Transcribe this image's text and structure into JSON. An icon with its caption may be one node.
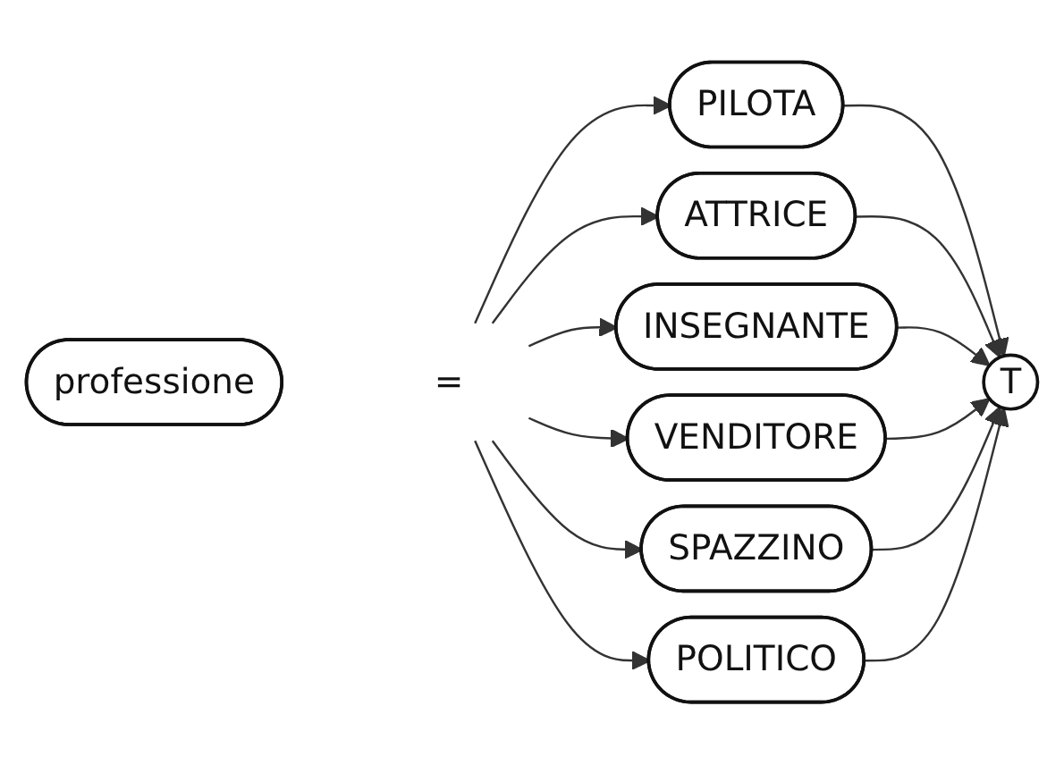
{
  "diagram": {
    "nodes": [
      {
        "text": [
          "professione"
        ]
      },
      {
        "text": [
          "="
        ]
      },
      {
        "text": [
          "PILOTA"
        ]
      },
      {
        "text": [
          "ATTRICE"
        ]
      },
      {
        "text": [
          "INSEGNANTE"
        ]
      },
      {
        "text": [
          "VENDITORE"
        ]
      },
      {
        "text": [
          "SPAZZINO"
        ]
      },
      {
        "text": [
          "POLITICO"
        ]
      },
      {
        "text": [
          "T"
        ]
      }
    ],
    "edges": [
      {
        "from": 1,
        "to": 2,
        "arrow": "to"
      },
      {
        "from": 1,
        "to": 3,
        "arrow": "to"
      },
      {
        "from": 1,
        "to": 4,
        "arrow": "to"
      },
      {
        "from": 1,
        "to": 5,
        "arrow": "to"
      },
      {
        "from": 1,
        "to": 6,
        "arrow": "to"
      },
      {
        "from": 1,
        "to": 7,
        "arrow": "to"
      },
      {
        "from": 2,
        "to": 8,
        "arrow": "to"
      },
      {
        "from": 3,
        "to": 8,
        "arrow": "to"
      },
      {
        "from": 4,
        "to": 8,
        "arrow": "to"
      },
      {
        "from": 5,
        "to": 8,
        "arrow": "to"
      },
      {
        "from": 6,
        "to": 8,
        "arrow": "to"
      },
      {
        "from": 7,
        "to": 8,
        "arrow": "to"
      }
    ]
  }
}
